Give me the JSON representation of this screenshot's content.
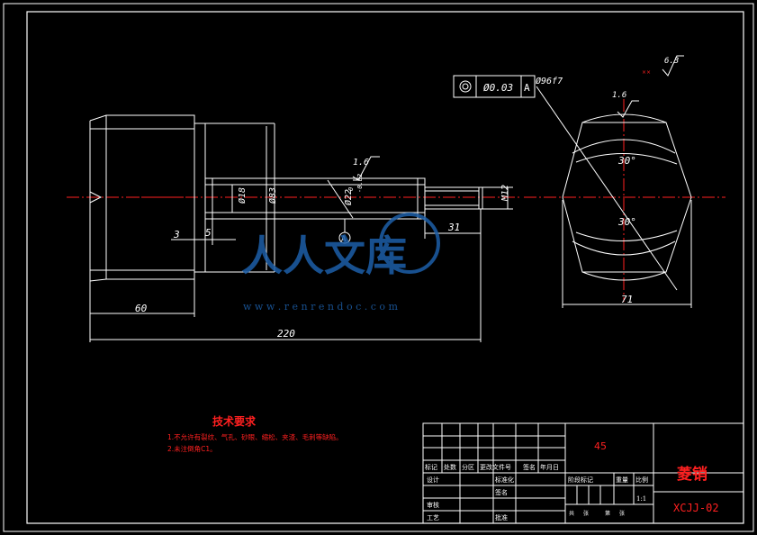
{
  "drawing": {
    "dimensions": {
      "d_small": "Ø18",
      "d_mid": "Ø83",
      "d_shaft": "Ø22",
      "d_shaft_tol_upper": "0",
      "d_shaft_tol_lower": "-0.02",
      "thread": "M12",
      "len_3": "3",
      "len_5": "5",
      "len_31": "31",
      "len_60": "60",
      "len_220": "220",
      "len_71": "71",
      "angle_top": "30°",
      "angle_bottom": "30°",
      "outer_dia": "Ø96f7"
    },
    "roughness": {
      "shaft": "1.6",
      "top": "1.6",
      "general": "6.3",
      "general_mark": "××"
    },
    "datum": "A",
    "tolerance_frame": {
      "symbol": "◎",
      "value": "Ø0.03",
      "datum": "A"
    },
    "watermark": {
      "cn": "人人文库",
      "url": "w w w . r e n r e n d o c . c o m"
    }
  },
  "notes": {
    "heading": "技术要求",
    "line1": "1.不允许有裂纹、气孔、砂眼、缩松、夹渣、毛刺等缺陷。",
    "line2": "2.未注倒角C1。"
  },
  "title_block": {
    "material": "45",
    "part_name": "菱销",
    "drawing_no": "XCJJ-02",
    "scale": "1:1",
    "rev_headers": [
      "标记",
      "处数",
      "分区",
      "更改文件号",
      "签名",
      "年月日"
    ],
    "left_rows": [
      "设计",
      "审核",
      "工艺"
    ],
    "mid_rows": [
      "标准化",
      "",
      "",
      "批准"
    ],
    "mid_rows_b": [
      "签名",
      "",
      "",
      ""
    ],
    "stage_header": "阶段标记",
    "weight_header": "重量",
    "scale_header": "比例",
    "sheet_row": [
      "共",
      "张",
      "第",
      "张"
    ]
  },
  "colors": {
    "line": "#ffffff",
    "center": "#ff2020",
    "red_text": "#ff2020",
    "watermark": "#1d5fa8"
  }
}
